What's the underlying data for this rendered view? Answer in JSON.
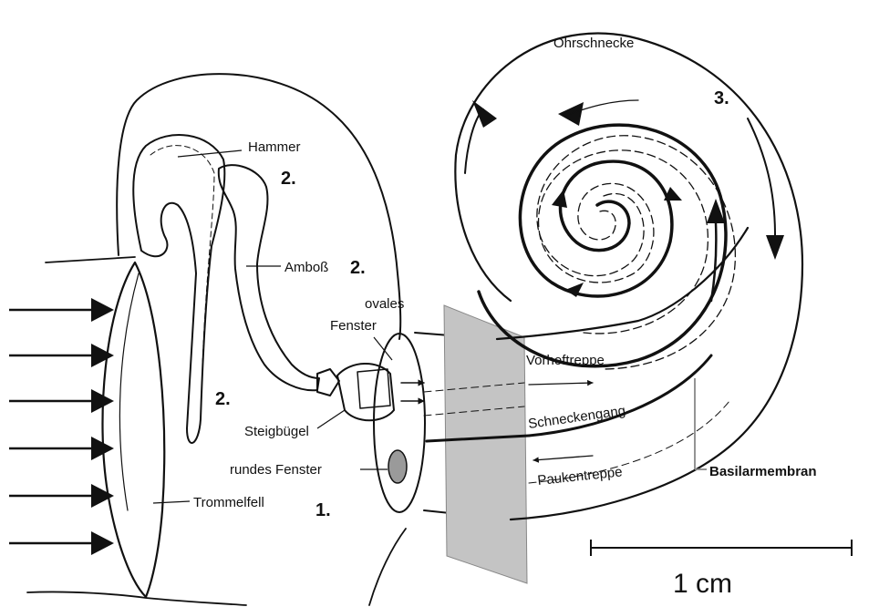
{
  "labels": {
    "ohrschnecke": "Ohrschnecke",
    "step3": "3.",
    "hammer": "Hammer",
    "hammer_step": "2.",
    "amboss": "Amboß",
    "amboss_step": "2.",
    "ovales_fenster_1": "ovales",
    "ovales_fenster_2": "Fenster",
    "vorhoftreppe": "Vorhoftreppe",
    "schneckengang": "Schneckengang",
    "paukentreppe": "Paukentreppe",
    "basilarmembran": "Basilarmembran",
    "steigbuegel": "Steigbügel",
    "rundes_fenster": "rundes Fenster",
    "trommelfell": "Trommelfell",
    "trommelfell_step": "1.",
    "left_step": "2.",
    "scale": "1 cm"
  },
  "icons": {
    "sound_wave_arrows": "right-arrow",
    "cochlea_flow_arrows": "arrow"
  },
  "colors": {
    "ink": "#111111",
    "membrane_grey": "#c4c4c4",
    "window_grey": "#9a9a9a"
  }
}
